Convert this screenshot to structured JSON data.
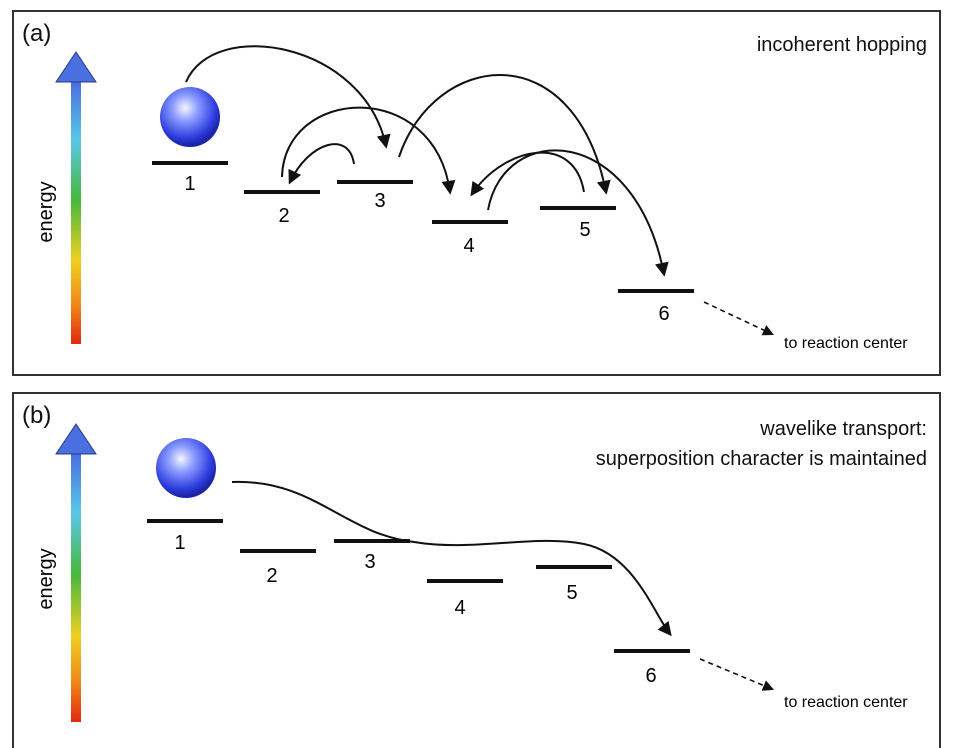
{
  "panels": [
    {
      "label": "(a)",
      "title_lines": [
        "incoherent hopping"
      ],
      "energy_label": "energy",
      "levels": [
        "1",
        "2",
        "3",
        "4",
        "5",
        "6"
      ],
      "exit_label": "to reaction center"
    },
    {
      "label": "(b)",
      "title_lines": [
        "wavelike transport:",
        "superposition character is maintained"
      ],
      "energy_label": "energy",
      "levels": [
        "1",
        "2",
        "3",
        "4",
        "5",
        "6"
      ],
      "exit_label": "to reaction center"
    }
  ],
  "colors": {
    "energy_gradient": [
      "#4a6fe0",
      "#58c8e8",
      "#48b83c",
      "#f0d020",
      "#f08818",
      "#e02a10"
    ],
    "particle": "#3a4fe8",
    "frame": "#333333"
  }
}
